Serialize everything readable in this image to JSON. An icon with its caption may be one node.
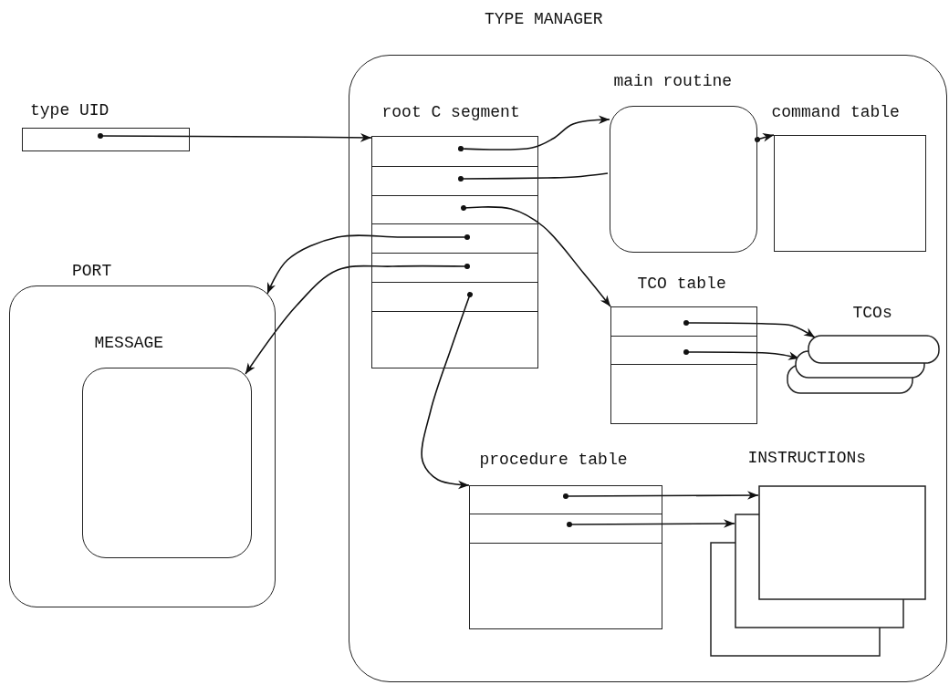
{
  "diagram": {
    "nodes": [
      {
        "text": [
          "TYPE MANAGER"
        ]
      },
      {
        "text": [
          "type UID"
        ]
      },
      {
        "text": [
          "root C segment"
        ],
        "in": 0
      },
      {
        "text": [
          "main routine"
        ],
        "in": 0
      },
      {
        "text": [
          "command table"
        ],
        "in": 0
      },
      {
        "text": [
          "TCO table"
        ],
        "in": 0
      },
      {
        "text": [
          "TCOs"
        ],
        "in": 0
      },
      {
        "text": [
          "procedure table"
        ],
        "in": 0
      },
      {
        "text": [
          "INSTRUCTIONs"
        ],
        "in": 0
      },
      {
        "text": [
          "PORT"
        ]
      },
      {
        "text": [
          "MESSAGE"
        ],
        "in": 9
      }
    ],
    "edges": [
      {
        "from": 1,
        "to": 2,
        "arrow": "to"
      },
      {
        "from": 2,
        "to": 3,
        "arrow": "to"
      },
      {
        "from": 2,
        "to": 3,
        "arrow": "other"
      },
      {
        "from": 3,
        "to": 4,
        "arrow": "to"
      },
      {
        "from": 2,
        "to": 5,
        "arrow": "to"
      },
      {
        "from": 2,
        "to": 9,
        "arrow": "to"
      },
      {
        "from": 2,
        "to": 10,
        "arrow": "to"
      },
      {
        "from": 2,
        "to": 7,
        "arrow": "to"
      },
      {
        "from": 5,
        "to": 6,
        "arrow": "to"
      },
      {
        "from": 5,
        "to": 6,
        "arrow": "to"
      },
      {
        "from": 7,
        "to": 8,
        "arrow": "to"
      },
      {
        "from": 7,
        "to": 8,
        "arrow": "to"
      }
    ]
  }
}
